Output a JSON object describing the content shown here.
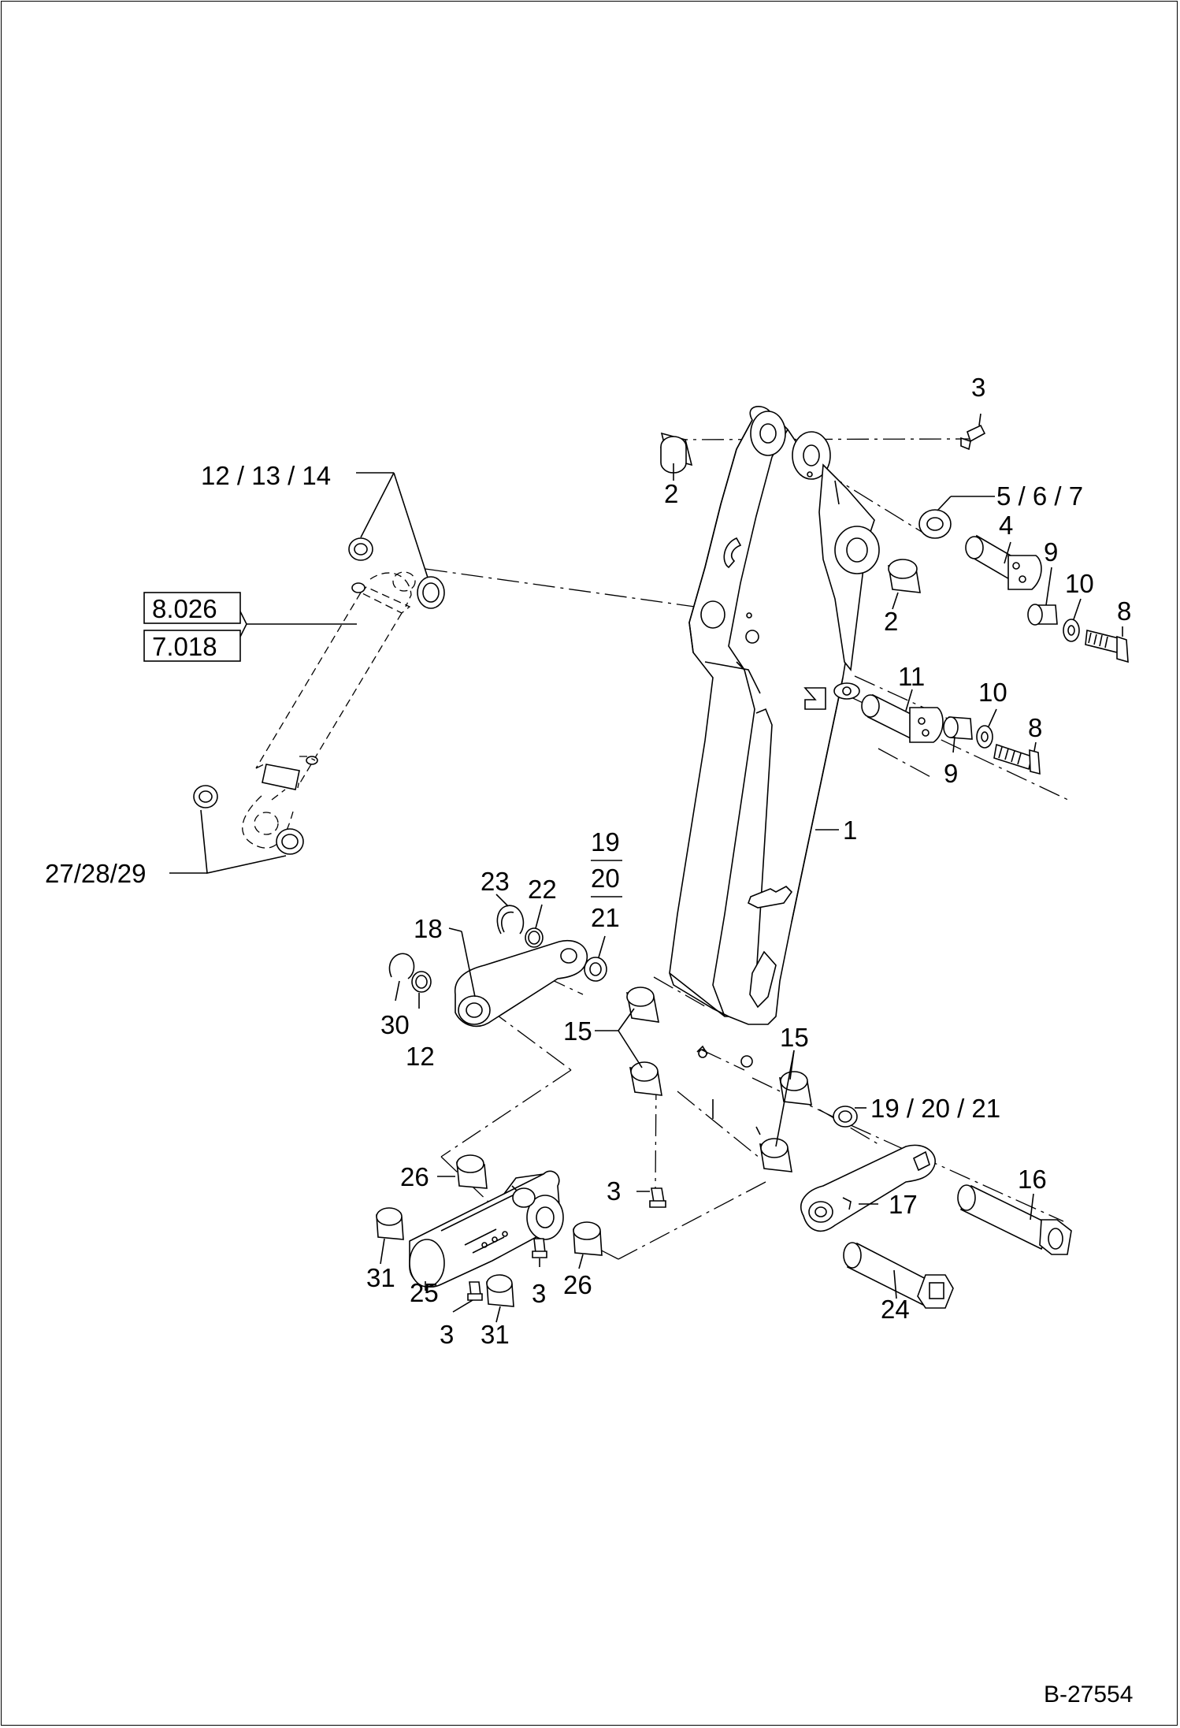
{
  "drawing_id": "B-27554",
  "callouts": {
    "c1": "1",
    "c2a": "2",
    "c2b": "2",
    "c3_top": "3",
    "c3_grease_mid": "3",
    "c3_grease_a": "3",
    "c3_grease_b": "3",
    "c4": "4",
    "c5_6_7": "5 / 6 / 7",
    "c8a": "8",
    "c8b": "8",
    "c9a": "9",
    "c9b": "9",
    "c10a": "10",
    "c10b": "10",
    "c11": "11",
    "c12": "12",
    "c12_13_14": "12 / 13 / 14",
    "c15a": "15",
    "c15b": "15",
    "c16": "16",
    "c17": "17",
    "c18": "18",
    "c19_20_21_stack": [
      "19",
      "20",
      "21"
    ],
    "c19_20_21": "19 / 20 / 21",
    "c22": "22",
    "c23": "23",
    "c24": "24",
    "c25": "25",
    "c26a": "26",
    "c26b": "26",
    "c27_28_29": "27/28/29",
    "c30": "30",
    "c31a": "31",
    "c31b": "31"
  },
  "cylinder_refs": [
    "8.026",
    "7.018"
  ]
}
